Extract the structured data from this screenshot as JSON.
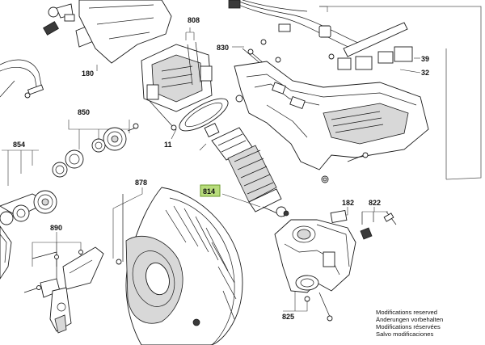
{
  "part_labels": {
    "p180": "180",
    "p808": "808",
    "p830": "830",
    "p39": "39",
    "p32": "32",
    "p850": "850",
    "p854": "854",
    "p11": "11",
    "p878": "878",
    "p814": "814",
    "p182": "182",
    "p822": "822",
    "p890": "890",
    "p825": "825"
  },
  "disclaimer": {
    "line1": "Modifications reserved",
    "line2": "Änderungen vorbehalten",
    "line3": "Modifications réservées",
    "line4": "Salvo modificaciones"
  },
  "colors": {
    "highlight_fill": "#b8dc7c",
    "highlight_stroke": "#6a9a2a",
    "line": "#1a1a1a"
  }
}
